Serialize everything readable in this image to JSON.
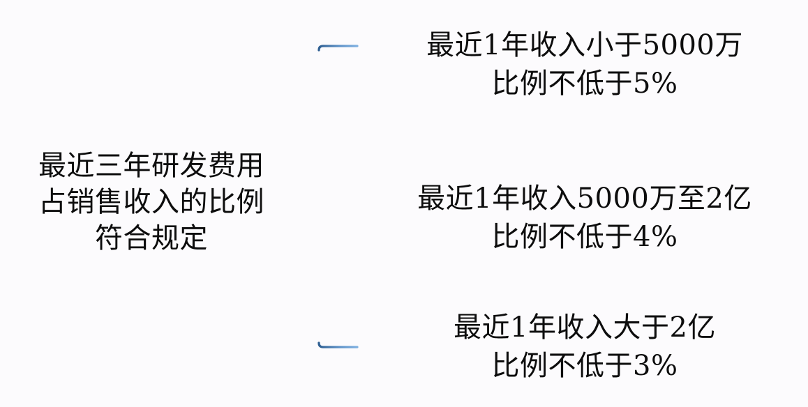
{
  "diagram": {
    "type": "bracket-tree",
    "background_color": "#fcfbfd",
    "text_color": "#0d0d0d",
    "bracket_color": "#4a7fb5",
    "root": {
      "lines": [
        "最近三年研发费用",
        "占销售收入的比例",
        "符合规定"
      ]
    },
    "branches": [
      {
        "id": "branch-revenue-under-50m",
        "lines": [
          "最近1年收入小于5000万",
          "比例不低于5%"
        ],
        "threshold_label": "小于5000万",
        "ratio_label": "不低于5%"
      },
      {
        "id": "branch-revenue-50m-to-200m",
        "lines": [
          "最近1年收入5000万至2亿",
          "比例不低于4%"
        ],
        "threshold_label": "5000万至2亿",
        "ratio_label": "不低于4%"
      },
      {
        "id": "branch-revenue-over-200m",
        "lines": [
          "最近1年收入大于2亿",
          "比例不低于3%"
        ],
        "threshold_label": "大于2亿",
        "ratio_label": "不低于3%"
      }
    ]
  }
}
